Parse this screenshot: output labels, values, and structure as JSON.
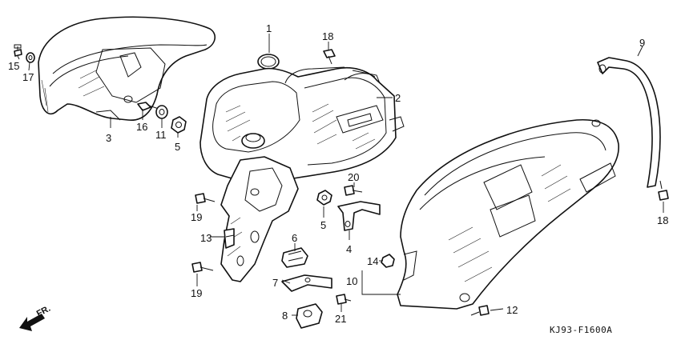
{
  "diagram": {
    "code": "KJ93-F1600A",
    "direction_label": "FR.",
    "part_labels": [
      "1",
      "2",
      "3",
      "4",
      "5",
      "5",
      "6",
      "7",
      "8",
      "9",
      "10",
      "11",
      "12",
      "13",
      "14",
      "15",
      "16",
      "17",
      "18",
      "18",
      "19",
      "19",
      "20",
      "21"
    ]
  }
}
